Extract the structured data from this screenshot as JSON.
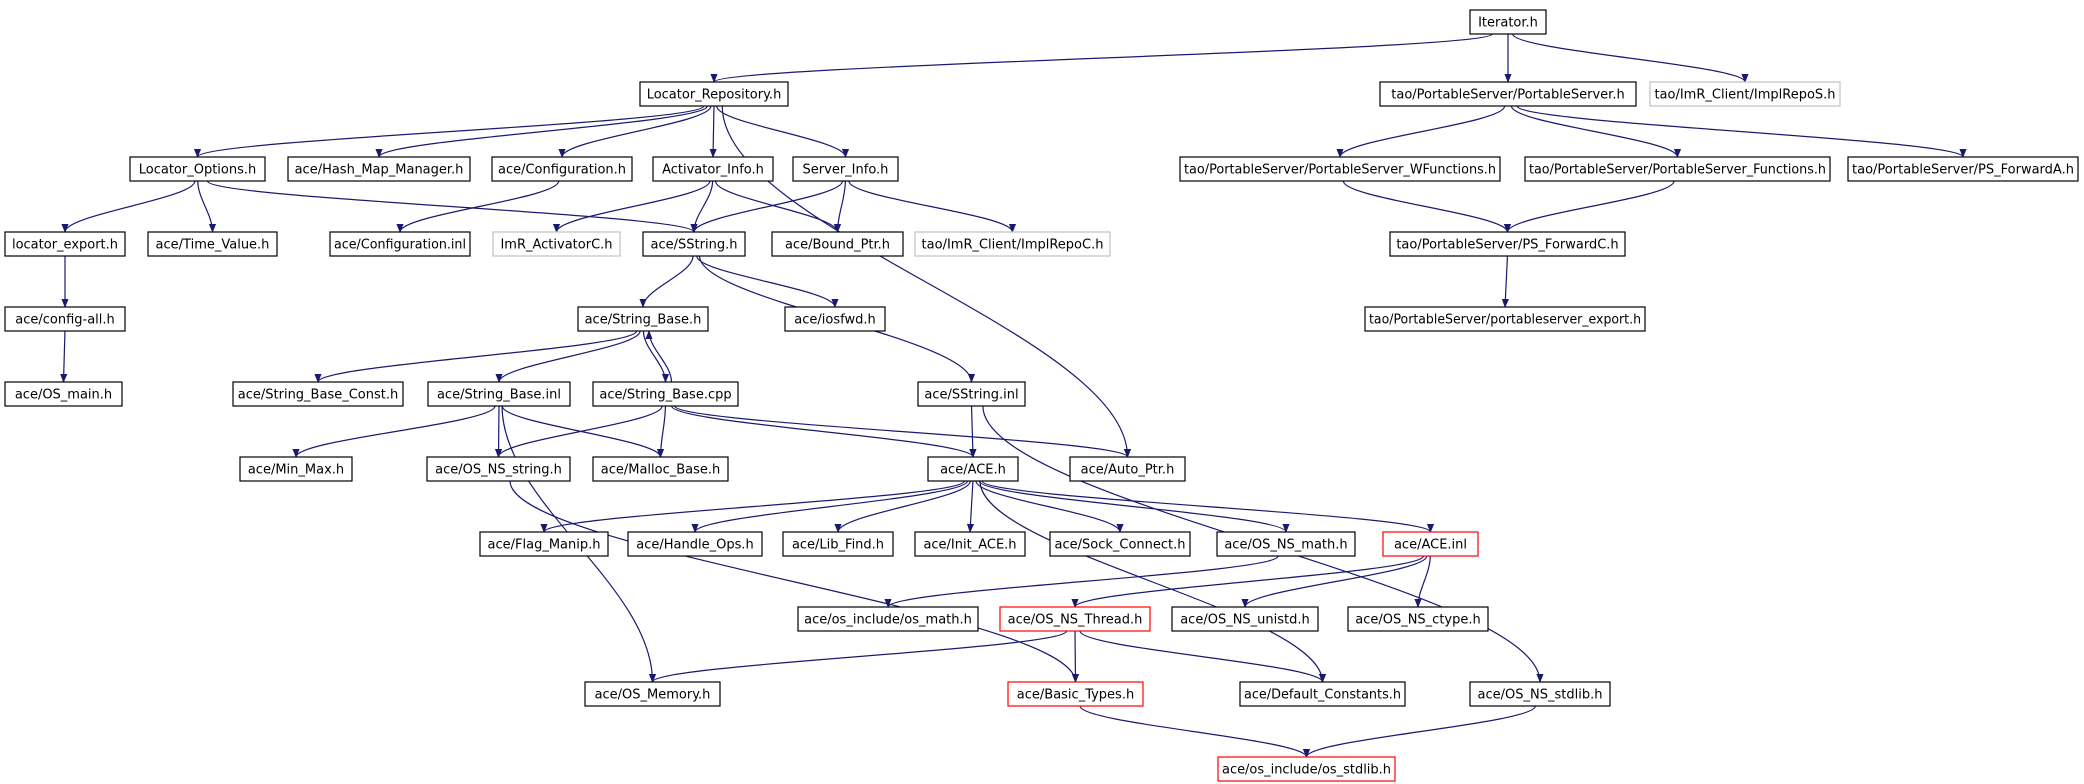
{
  "colors": {
    "edge": "#191970",
    "box_default": "#000000",
    "box_truncated": "#c0c0c0",
    "box_has_more": "#ff0000",
    "box_root_fill": "#c0c0c0"
  },
  "nodes": {
    "iterator_h": {
      "label": "Iterator.h",
      "kind": "root"
    },
    "locator_repository_h": {
      "label": "Locator_Repository.h",
      "kind": "default"
    },
    "portableserver_h": {
      "label": "tao/PortableServer/PortableServer.h",
      "kind": "default"
    },
    "implrepos_h": {
      "label": "tao/ImR_Client/ImplRepoS.h",
      "kind": "truncated"
    },
    "locator_options_h": {
      "label": "Locator_Options.h",
      "kind": "default"
    },
    "hash_map_manager_h": {
      "label": "ace/Hash_Map_Manager.h",
      "kind": "default"
    },
    "configuration_h": {
      "label": "ace/Configuration.h",
      "kind": "default"
    },
    "activator_info_h": {
      "label": "Activator_Info.h",
      "kind": "default"
    },
    "server_info_h": {
      "label": "Server_Info.h",
      "kind": "default"
    },
    "ps_wfunctions_h": {
      "label": "tao/PortableServer/PortableServer_WFunctions.h",
      "kind": "default"
    },
    "ps_functions_h": {
      "label": "tao/PortableServer/PortableServer_Functions.h",
      "kind": "default"
    },
    "ps_forwarda_h": {
      "label": "tao/PortableServer/PS_ForwardA.h",
      "kind": "default"
    },
    "locator_export_h": {
      "label": "locator_export.h",
      "kind": "default"
    },
    "time_value_h": {
      "label": "ace/Time_Value.h",
      "kind": "default"
    },
    "configuration_inl": {
      "label": "ace/Configuration.inl",
      "kind": "default"
    },
    "imr_activatorc_h": {
      "label": "ImR_ActivatorC.h",
      "kind": "truncated"
    },
    "sstring_h": {
      "label": "ace/SString.h",
      "kind": "default"
    },
    "bound_ptr_h": {
      "label": "ace/Bound_Ptr.h",
      "kind": "default"
    },
    "implrepoc_h": {
      "label": "tao/ImR_Client/ImplRepoC.h",
      "kind": "truncated"
    },
    "ps_forwardc_h": {
      "label": "tao/PortableServer/PS_ForwardC.h",
      "kind": "default"
    },
    "config_all_h": {
      "label": "ace/config-all.h",
      "kind": "default"
    },
    "string_base_h": {
      "label": "ace/String_Base.h",
      "kind": "default"
    },
    "iosfwd_h": {
      "label": "ace/iosfwd.h",
      "kind": "default"
    },
    "portableserver_export_h": {
      "label": "tao/PortableServer/portableserver_export.h",
      "kind": "default"
    },
    "os_main_h": {
      "label": "ace/OS_main.h",
      "kind": "default"
    },
    "string_base_const_h": {
      "label": "ace/String_Base_Const.h",
      "kind": "default"
    },
    "string_base_inl": {
      "label": "ace/String_Base.inl",
      "kind": "default"
    },
    "string_base_cpp": {
      "label": "ace/String_Base.cpp",
      "kind": "default"
    },
    "sstring_inl": {
      "label": "ace/SString.inl",
      "kind": "default"
    },
    "min_max_h": {
      "label": "ace/Min_Max.h",
      "kind": "default"
    },
    "os_ns_string_h": {
      "label": "ace/OS_NS_string.h",
      "kind": "default"
    },
    "malloc_base_h": {
      "label": "ace/Malloc_Base.h",
      "kind": "default"
    },
    "ace_h": {
      "label": "ace/ACE.h",
      "kind": "default"
    },
    "auto_ptr_h": {
      "label": "ace/Auto_Ptr.h",
      "kind": "default"
    },
    "flag_manip_h": {
      "label": "ace/Flag_Manip.h",
      "kind": "default"
    },
    "handle_ops_h": {
      "label": "ace/Handle_Ops.h",
      "kind": "default"
    },
    "lib_find_h": {
      "label": "ace/Lib_Find.h",
      "kind": "default"
    },
    "init_ace_h": {
      "label": "ace/Init_ACE.h",
      "kind": "default"
    },
    "sock_connect_h": {
      "label": "ace/Sock_Connect.h",
      "kind": "default"
    },
    "os_ns_math_h": {
      "label": "ace/OS_NS_math.h",
      "kind": "default"
    },
    "ace_inl": {
      "label": "ace/ACE.inl",
      "kind": "has_more"
    },
    "os_math_h": {
      "label": "ace/os_include/os_math.h",
      "kind": "default"
    },
    "os_ns_thread_h": {
      "label": "ace/OS_NS_Thread.h",
      "kind": "has_more"
    },
    "os_ns_unistd_h": {
      "label": "ace/OS_NS_unistd.h",
      "kind": "default"
    },
    "os_ns_ctype_h": {
      "label": "ace/OS_NS_ctype.h",
      "kind": "default"
    },
    "os_memory_h": {
      "label": "ace/OS_Memory.h",
      "kind": "default"
    },
    "basic_types_h": {
      "label": "ace/Basic_Types.h",
      "kind": "has_more"
    },
    "default_constants_h": {
      "label": "ace/Default_Constants.h",
      "kind": "default"
    },
    "os_ns_stdlib_h": {
      "label": "ace/OS_NS_stdlib.h",
      "kind": "default"
    },
    "os_stdlib_h": {
      "label": "ace/os_include/os_stdlib.h",
      "kind": "has_more"
    }
  },
  "edges": [
    [
      "iterator_h",
      "locator_repository_h"
    ],
    [
      "iterator_h",
      "portableserver_h"
    ],
    [
      "iterator_h",
      "implrepos_h"
    ],
    [
      "locator_repository_h",
      "locator_options_h"
    ],
    [
      "locator_repository_h",
      "hash_map_manager_h"
    ],
    [
      "locator_repository_h",
      "configuration_h"
    ],
    [
      "locator_repository_h",
      "activator_info_h"
    ],
    [
      "locator_repository_h",
      "server_info_h"
    ],
    [
      "locator_repository_h",
      "auto_ptr_h"
    ],
    [
      "portableserver_h",
      "ps_wfunctions_h"
    ],
    [
      "portableserver_h",
      "ps_functions_h"
    ],
    [
      "portableserver_h",
      "ps_forwarda_h"
    ],
    [
      "locator_options_h",
      "locator_export_h"
    ],
    [
      "locator_options_h",
      "time_value_h"
    ],
    [
      "locator_options_h",
      "sstring_h"
    ],
    [
      "configuration_h",
      "configuration_inl"
    ],
    [
      "activator_info_h",
      "imr_activatorc_h"
    ],
    [
      "activator_info_h",
      "sstring_h"
    ],
    [
      "activator_info_h",
      "bound_ptr_h"
    ],
    [
      "server_info_h",
      "sstring_h"
    ],
    [
      "server_info_h",
      "bound_ptr_h"
    ],
    [
      "server_info_h",
      "implrepoc_h"
    ],
    [
      "ps_wfunctions_h",
      "ps_forwardc_h"
    ],
    [
      "ps_functions_h",
      "ps_forwardc_h"
    ],
    [
      "locator_export_h",
      "config_all_h"
    ],
    [
      "config_all_h",
      "os_main_h"
    ],
    [
      "sstring_h",
      "string_base_h"
    ],
    [
      "sstring_h",
      "iosfwd_h"
    ],
    [
      "sstring_h",
      "sstring_inl"
    ],
    [
      "ps_forwardc_h",
      "portableserver_export_h"
    ],
    [
      "string_base_h",
      "string_base_const_h"
    ],
    [
      "string_base_h",
      "string_base_inl"
    ],
    [
      "string_base_h",
      "string_base_cpp"
    ],
    [
      "string_base_cpp",
      "string_base_h"
    ],
    [
      "string_base_inl",
      "min_max_h"
    ],
    [
      "string_base_inl",
      "os_ns_string_h"
    ],
    [
      "string_base_inl",
      "malloc_base_h"
    ],
    [
      "string_base_inl",
      "os_memory_h"
    ],
    [
      "string_base_cpp",
      "os_ns_string_h"
    ],
    [
      "string_base_cpp",
      "malloc_base_h"
    ],
    [
      "string_base_cpp",
      "ace_h"
    ],
    [
      "string_base_cpp",
      "auto_ptr_h"
    ],
    [
      "sstring_inl",
      "ace_h"
    ],
    [
      "sstring_inl",
      "os_ns_stdlib_h"
    ],
    [
      "os_ns_string_h",
      "basic_types_h"
    ],
    [
      "ace_h",
      "flag_manip_h"
    ],
    [
      "ace_h",
      "handle_ops_h"
    ],
    [
      "ace_h",
      "lib_find_h"
    ],
    [
      "ace_h",
      "init_ace_h"
    ],
    [
      "ace_h",
      "sock_connect_h"
    ],
    [
      "ace_h",
      "os_ns_math_h"
    ],
    [
      "ace_h",
      "ace_inl"
    ],
    [
      "ace_h",
      "default_constants_h"
    ],
    [
      "os_ns_math_h",
      "os_math_h"
    ],
    [
      "ace_inl",
      "os_ns_thread_h"
    ],
    [
      "ace_inl",
      "os_ns_unistd_h"
    ],
    [
      "ace_inl",
      "os_ns_ctype_h"
    ],
    [
      "os_ns_thread_h",
      "os_memory_h"
    ],
    [
      "os_ns_thread_h",
      "basic_types_h"
    ],
    [
      "os_ns_thread_h",
      "default_constants_h"
    ],
    [
      "basic_types_h",
      "os_stdlib_h"
    ],
    [
      "os_ns_stdlib_h",
      "os_stdlib_h"
    ]
  ]
}
